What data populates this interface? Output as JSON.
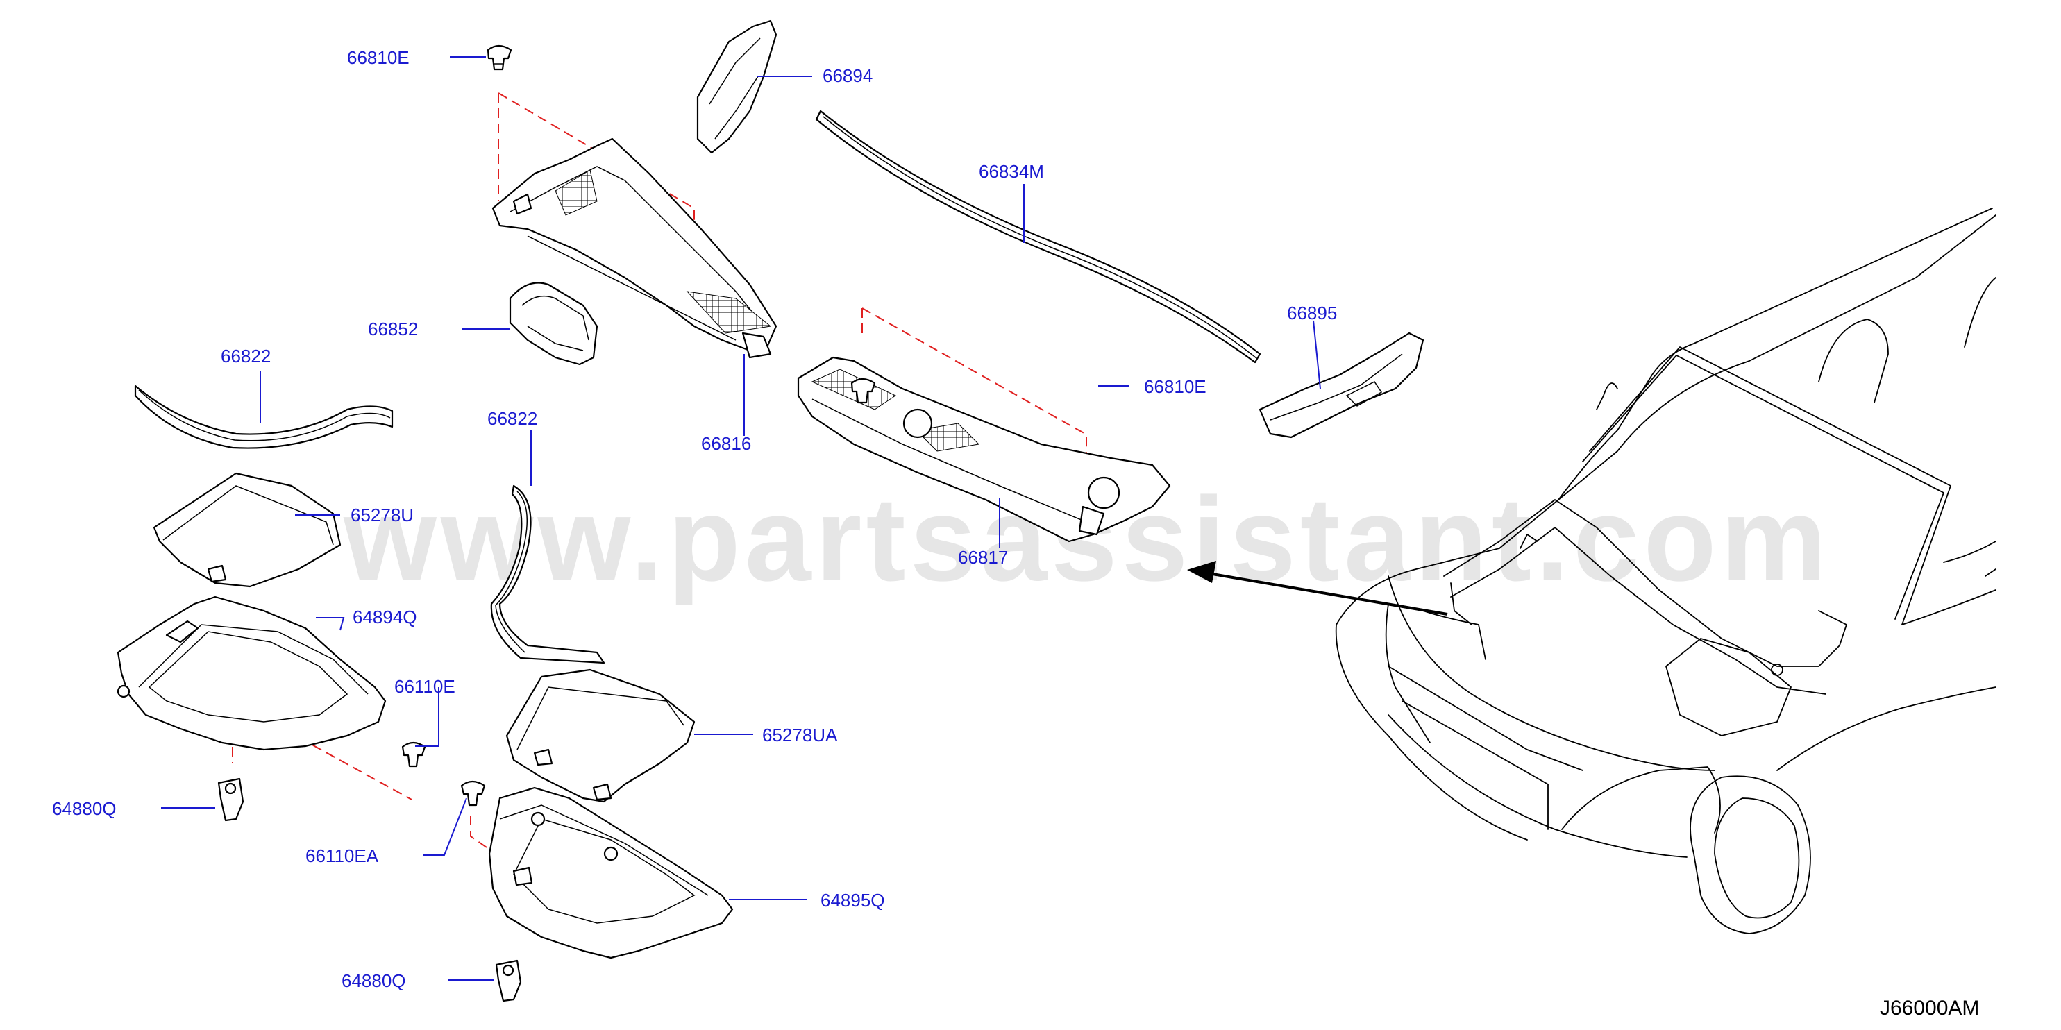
{
  "watermark": "www.partsassistant.com",
  "diagram_code": "J66000AM",
  "labels": {
    "l66810E_a": "66810E",
    "l66894": "66894",
    "l66834M": "66834M",
    "l66852": "66852",
    "l66822_a": "66822",
    "l66816": "66816",
    "l66895": "66895",
    "l66810E_b": "66810E",
    "l66822_b": "66822",
    "l65278U": "65278U",
    "l66817": "66817",
    "l64894Q": "64894Q",
    "l66110E": "66110E",
    "l65278UA": "65278UA",
    "l64880Q_a": "64880Q",
    "l66110EA": "66110EA",
    "l64895Q": "64895Q",
    "l64880Q_b": "64880Q"
  }
}
